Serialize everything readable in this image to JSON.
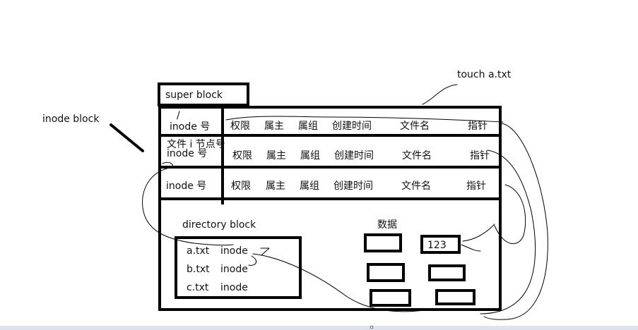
{
  "annotations": {
    "touch_cmd": "touch a.txt",
    "inode_block": "inode block",
    "root_slash": "/",
    "inode_number_note": "文件 i 节点号"
  },
  "super_block": {
    "label": "super block"
  },
  "inode_rows": [
    {
      "inode": "inode 号",
      "perm": "权限",
      "owner": "属主",
      "group": "属组",
      "ctime": "创建时间",
      "filename": "文件名",
      "pointer": "指针"
    },
    {
      "inode": "inode 号",
      "perm": "权限",
      "owner": "属主",
      "group": "属组",
      "ctime": "创建时间",
      "filename": "文件名",
      "pointer": "指针"
    },
    {
      "inode": "inode 号",
      "perm": "权限",
      "owner": "属主",
      "group": "属组",
      "ctime": "创建时间",
      "filename": "文件名",
      "pointer": "指针"
    }
  ],
  "directory_block": {
    "label": "directory block",
    "entries": [
      {
        "name": "a.txt",
        "inode": "inode"
      },
      {
        "name": "b.txt",
        "inode": "inode"
      },
      {
        "name": "c.txt",
        "inode": "inode"
      }
    ]
  },
  "data_area": {
    "label": "数据",
    "block_value": "123"
  }
}
